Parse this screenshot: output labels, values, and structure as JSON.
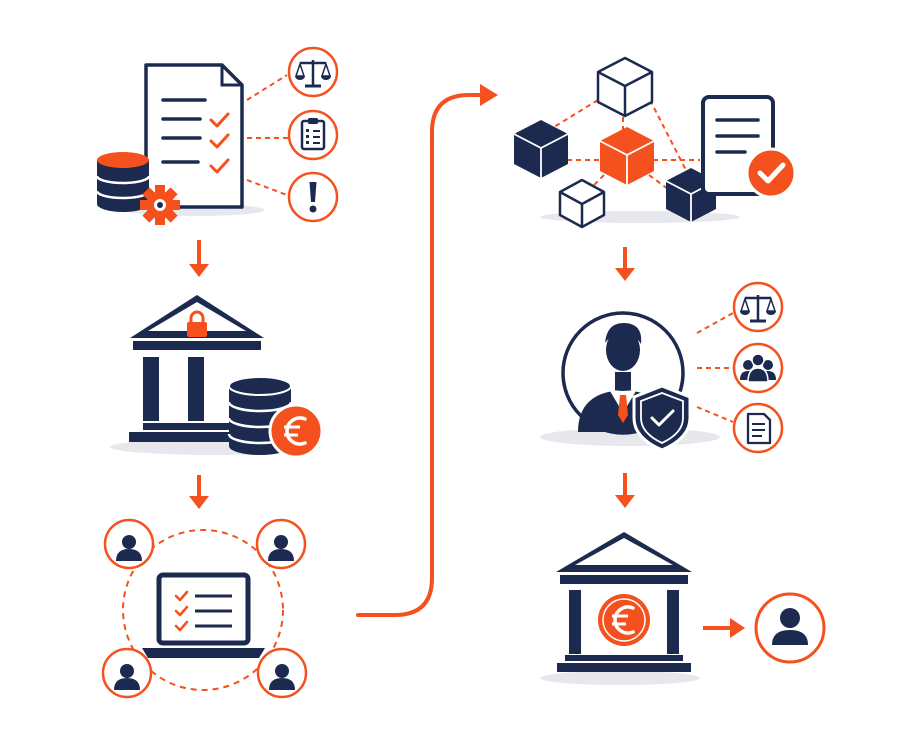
{
  "colors": {
    "navy": "#1b2a4e",
    "orange": "#f4511e",
    "shadow": "#e6e8ee",
    "white": "#ffffff"
  },
  "steps": [
    {
      "id": "compliance-documents",
      "icons": [
        "document-checklist-icon",
        "database-icon",
        "gear-icon",
        "scales-icon",
        "clipboard-icon",
        "exclamation-icon"
      ]
    },
    {
      "id": "bank-funds",
      "icons": [
        "bank-icon",
        "lock-icon",
        "coin-stack-icon",
        "euro-icon"
      ]
    },
    {
      "id": "user-network",
      "icons": [
        "laptop-checklist-icon",
        "user-icon"
      ]
    },
    {
      "id": "blockchain-verification",
      "icons": [
        "cube-icon",
        "document-verified-icon",
        "checkmark-icon"
      ]
    },
    {
      "id": "compliance-officer",
      "icons": [
        "businessman-icon",
        "shield-check-icon",
        "scales-icon",
        "group-icon",
        "document-icon"
      ]
    },
    {
      "id": "bank-payout",
      "icons": [
        "bank-icon",
        "euro-icon",
        "user-icon"
      ]
    }
  ]
}
